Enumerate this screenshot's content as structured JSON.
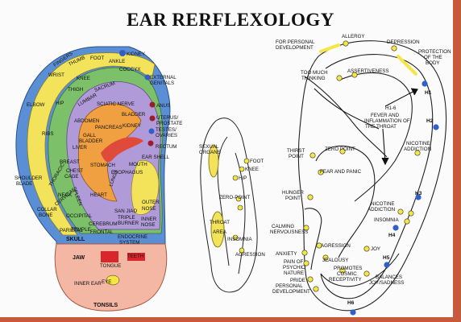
{
  "title": "EAR RERFLEXOLOGY",
  "colors": {
    "border": "#c85a3c",
    "outer_ear_blue": "#5a8fd6",
    "helix_yellow": "#f2e35a",
    "green": "#7cc06a",
    "purple": "#b09ad8",
    "orange": "#f0a040",
    "lobe_pink": "#f3b7a4",
    "point_yellow": "#f5e642",
    "point_blue": "#2f5fc8",
    "point_red": "#9a1e2a"
  },
  "left_ear_labels": {
    "kidney": "KIDNEY",
    "fingers": "FINGERS",
    "thumb": "THUMB",
    "foot": "FOOT",
    "ankle": "ANKLE",
    "wrist": "WRIST",
    "knee": "KNEE",
    "coccyx": "COCCYX",
    "external_genitals": "EXTERNAL GENITALS",
    "thigh": "THIGH",
    "sacrum": "SACRUM",
    "lumbar": "LUMBAR",
    "elbow": "ELBOW",
    "hip": "HIP",
    "sciatic_nerve": "SCIATIC NERVE",
    "anus": "ANUS",
    "abdomen": "ABDOMEN",
    "bladder": "BLADDER",
    "uterus_prostate": "UTERUS/ PROSTATE",
    "ribs": "RIBS",
    "pancreas": "PANCREAS",
    "kidney_small": "KIDNEY",
    "testes_ovaries": "TESTES/ OVARIES",
    "gall_bladder": "GALL BLADDER",
    "rectum": "RECTUM",
    "liver": "LIVER",
    "ear_shell": "EAR SHELL",
    "breast": "BREAST",
    "stomach": "STOMACH",
    "mouth": "MOUTH",
    "chest": "CHEST",
    "esophagus": "ESOPHAGUS",
    "shoulder_blade": "SHOULDER BLADE",
    "thoracic": "THORACIC",
    "spleen": "SPLEEN",
    "neck": "NECK",
    "heart": "HEART",
    "lungs": "LUNGS",
    "collar_bone": "COLLAR BONE",
    "cervical": "CERVICAL",
    "occipital": "OCCIPITAL",
    "san_jiao": "SAN JIAO",
    "triple_burner": "TRIPLE BURNER",
    "outer_nose": "OUTER NOSE",
    "inner_nose": "INNER NOSE",
    "temple": "TEMPLE",
    "cerebrum": "CEREBRUM",
    "parietal": "PARIETAL",
    "frontal": "FRONTAL",
    "endocrine_system": "ENDOCRINE SYSTEM",
    "skull": "SKULL",
    "jaw": "JAW",
    "tongue": "TONGUE",
    "teeth": "TEETH",
    "inner_ear": "INNER EAR",
    "eye": "EYE",
    "tonsils": "TONSILS"
  },
  "middle_labels": {
    "sexual_organs": "SEXUAL ORGANS",
    "foot": "FOOT",
    "knee": "KNEE",
    "hip": "HIP",
    "zero_point": "ZERO-POINT",
    "throat_area": "THROAT AREA",
    "insomnia": "INSOMNIA",
    "agression": "AGRESSION"
  },
  "right_ear_labels": {
    "for_personal_development": "FOR PERSONAL DEVELOPMENT",
    "allergy": "ALLERGY",
    "depression": "DEPRESSION",
    "protection_of_the_body": "PROTECTION OF THE BODY",
    "too_much_thinking": "TOO MUCH THINKING",
    "assertiveness": "ASSERTIVENESS",
    "h1": "H1",
    "h1_6": "H1-6",
    "fever_inflammation": "FEVER AND INFLAMMATION OF THE THROAT",
    "h2": "H2",
    "thirst_point": "THIRST POINT",
    "zero_point": "ZERO POINT",
    "fear_and_panic": "FEAR AND PANIC",
    "nicotine_addiction_top": "NICOTINE ADDICTION",
    "hunger_point": "HUNGER POINT",
    "h3": "H3",
    "nicotine_addiction": "NICOTINE ADDICTION",
    "calming_nervousness": "CALMING NERVOUSNESS",
    "insomnia": "INSOMNIA",
    "h4": "H4",
    "agression": "AGRESSION",
    "joy": "JOY",
    "anxiety": "ANXIETY",
    "jealousy": "JEALOUSY",
    "pain_of_psychic_nature": "PAIN OF PSYCHIC NATURE",
    "h5": "H5",
    "promotes_cosmic_receptivity": "PROMOTES COSMIC RECEPTIVITY",
    "balances_joy_sadness": "BALANCES JOY/SADNESS",
    "pride": "PRIDE",
    "personal_development": "PERSONAL DEVELOPMENT",
    "h6": "H6"
  }
}
